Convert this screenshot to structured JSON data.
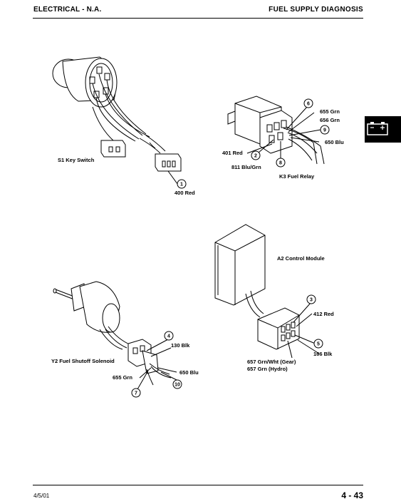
{
  "header": {
    "left": "ELECTRICAL - N.A.",
    "right": "FUEL SUPPLY DIAGNOSIS"
  },
  "footer": {
    "date": "4/5/01",
    "page": "4 - 43"
  },
  "tab": {
    "icon": "battery-icon",
    "color": "#000000"
  },
  "key_switch": {
    "title": "S1 Key Switch",
    "callouts": [
      {
        "number": "1",
        "label": "400 Red"
      }
    ]
  },
  "fuel_relay": {
    "title": "K3 Fuel Relay",
    "callouts": [
      {
        "number": "6",
        "label": "655 Grn"
      },
      {
        "label": "656 Grn"
      },
      {
        "number": "9",
        "label": "650 Blu"
      },
      {
        "number": "2",
        "label": "401 Red"
      },
      {
        "number": "8",
        "label": "811 Blu/Grn"
      }
    ]
  },
  "control_module": {
    "title": "A2 Control Module",
    "callouts": [
      {
        "number": "3",
        "label": "412 Red"
      },
      {
        "number": "5",
        "label": "166 Blk"
      },
      {
        "label": "657 Grn/Wht (Gear)"
      },
      {
        "label": "657 Grn (Hydro)"
      }
    ]
  },
  "shutoff_solenoid": {
    "title": "Y2 Fuel Shutoff Solenoid",
    "callouts": [
      {
        "number": "4",
        "label": "130 Blk"
      },
      {
        "label": "650 Blu"
      },
      {
        "number": "10"
      },
      {
        "number": "7",
        "label": "655 Grn"
      }
    ]
  }
}
